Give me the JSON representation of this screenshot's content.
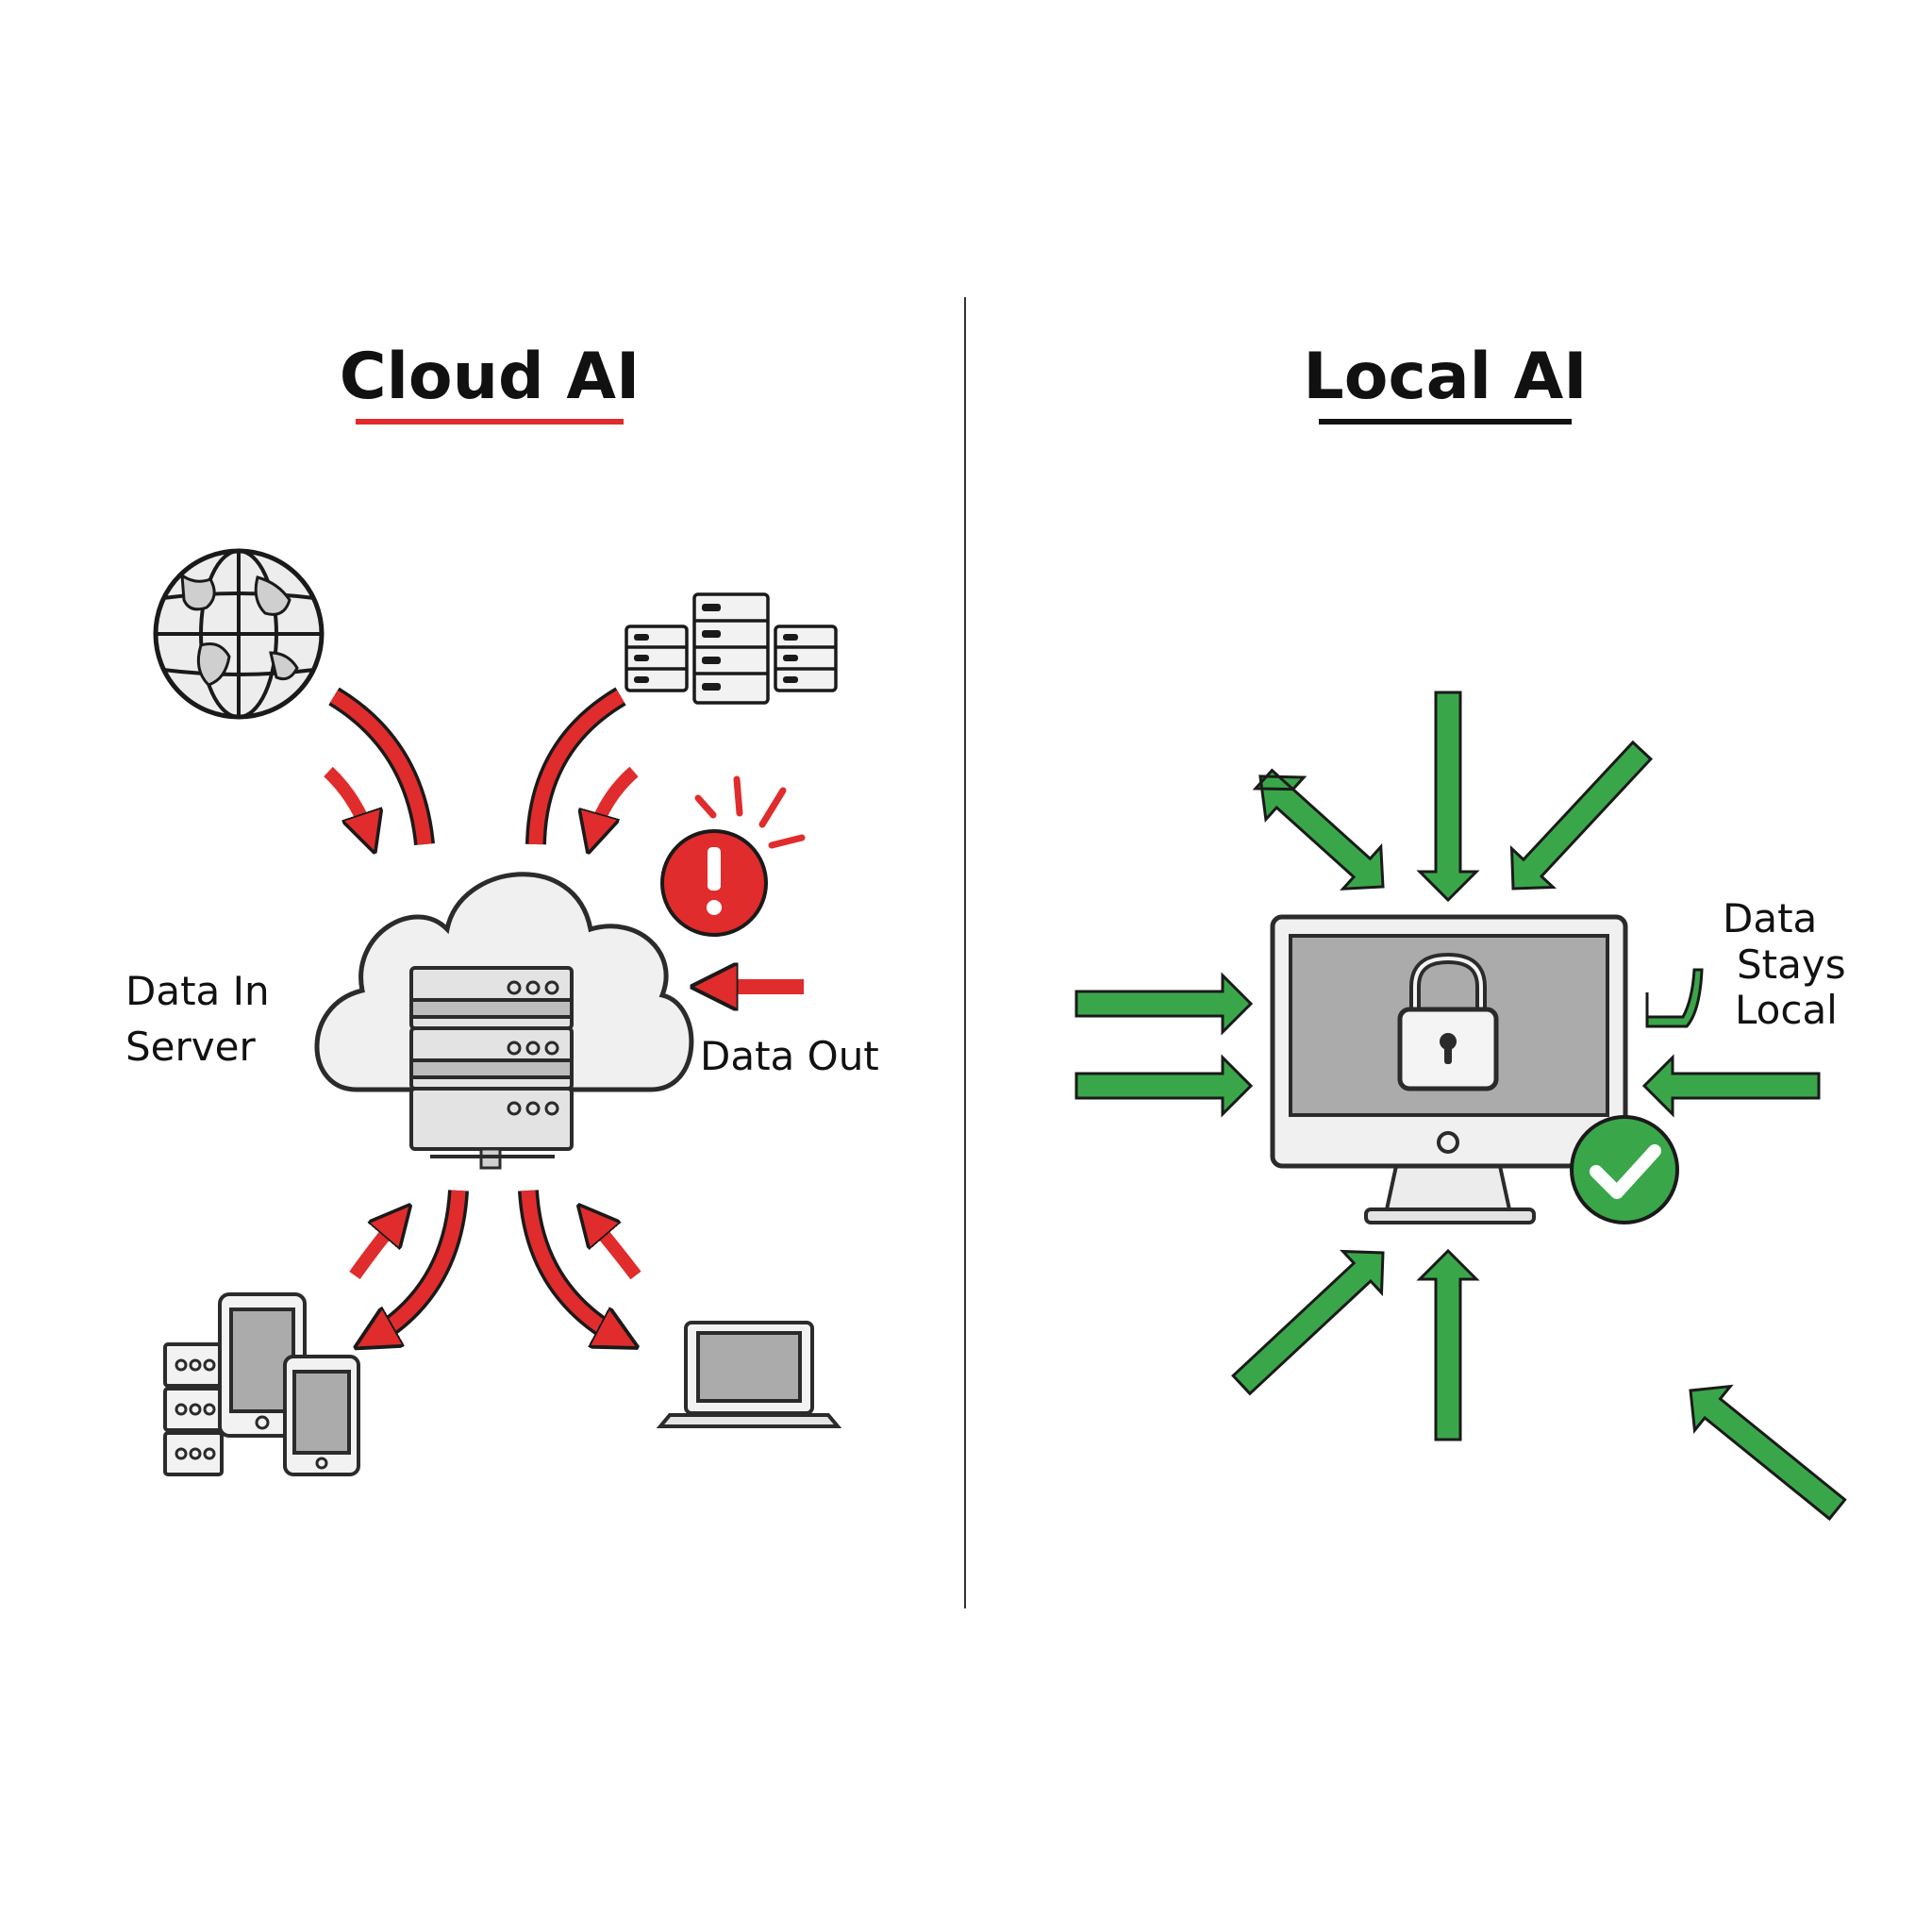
{
  "colors": {
    "cloud_accent": "#e02c2c",
    "local_accent": "#3aa64a",
    "local_underline": "#111111",
    "divider": "#333333",
    "device_fill": "#ababab",
    "device_outline": "#2b2b2b"
  },
  "cloud_panel": {
    "title": "Cloud AI",
    "label_data_in_line1": "Data In",
    "label_data_in_line2": "Server",
    "label_data_out": "Data Out",
    "icons": [
      "globe-icon",
      "server-rack-icon",
      "warning-icon",
      "cloud-server-icon",
      "mobile-devices-icon",
      "laptop-icon"
    ]
  },
  "local_panel": {
    "title": "Local AI",
    "label_line1": "Data",
    "label_line2": "Stays",
    "label_line3": "Local",
    "icons": [
      "monitor-icon",
      "padlock-icon",
      "checkmark-icon"
    ]
  }
}
